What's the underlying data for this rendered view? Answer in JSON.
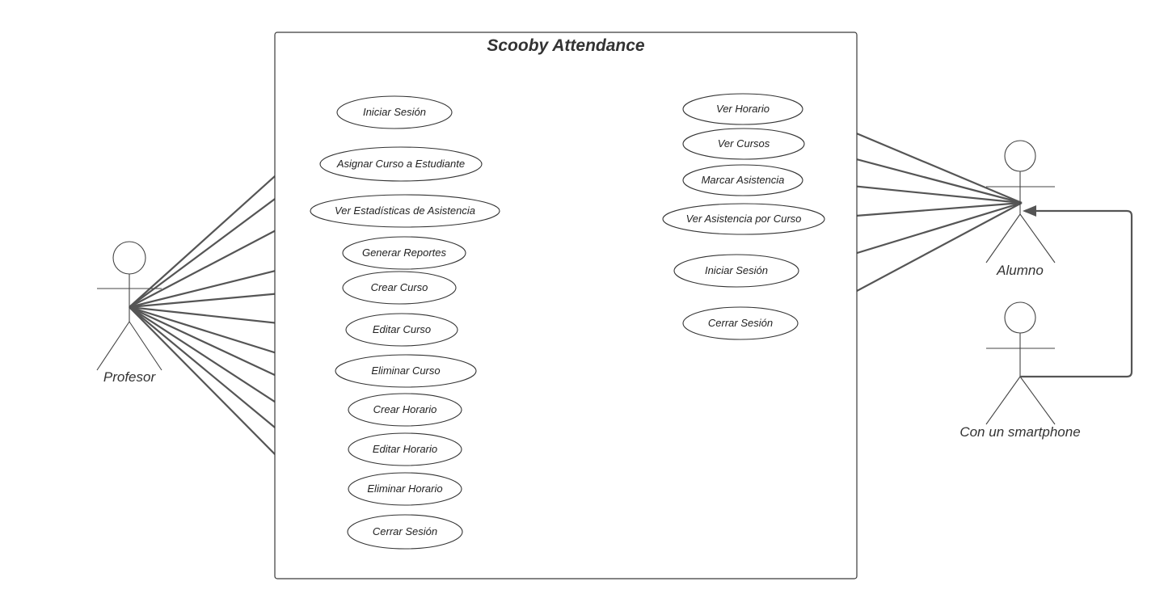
{
  "system": {
    "title": "Scooby Attendance"
  },
  "actors": {
    "profesor": {
      "label": "Profesor"
    },
    "alumno": {
      "label": "Alumno"
    },
    "smartphone": {
      "label": "Con un smartphone"
    }
  },
  "profesor_use_cases": [
    "Iniciar Sesión",
    "Asignar Curso a Estudiante",
    "Ver Estadísticas de Asistencia",
    "Generar Reportes",
    "Crear Curso",
    "Editar Curso",
    "Eliminar Curso",
    "Crear Horario",
    "Editar Horario",
    "Eliminar Horario",
    "Cerrar Sesión"
  ],
  "alumno_use_cases": [
    "Ver Horario",
    "Ver Cursos",
    "Marcar Asistencia",
    "Ver Asistencia por Curso",
    "Iniciar Sesión",
    "Cerrar Sesión"
  ],
  "colors": {
    "line": "#555555",
    "stroke": "#333333",
    "text": "#222222"
  }
}
